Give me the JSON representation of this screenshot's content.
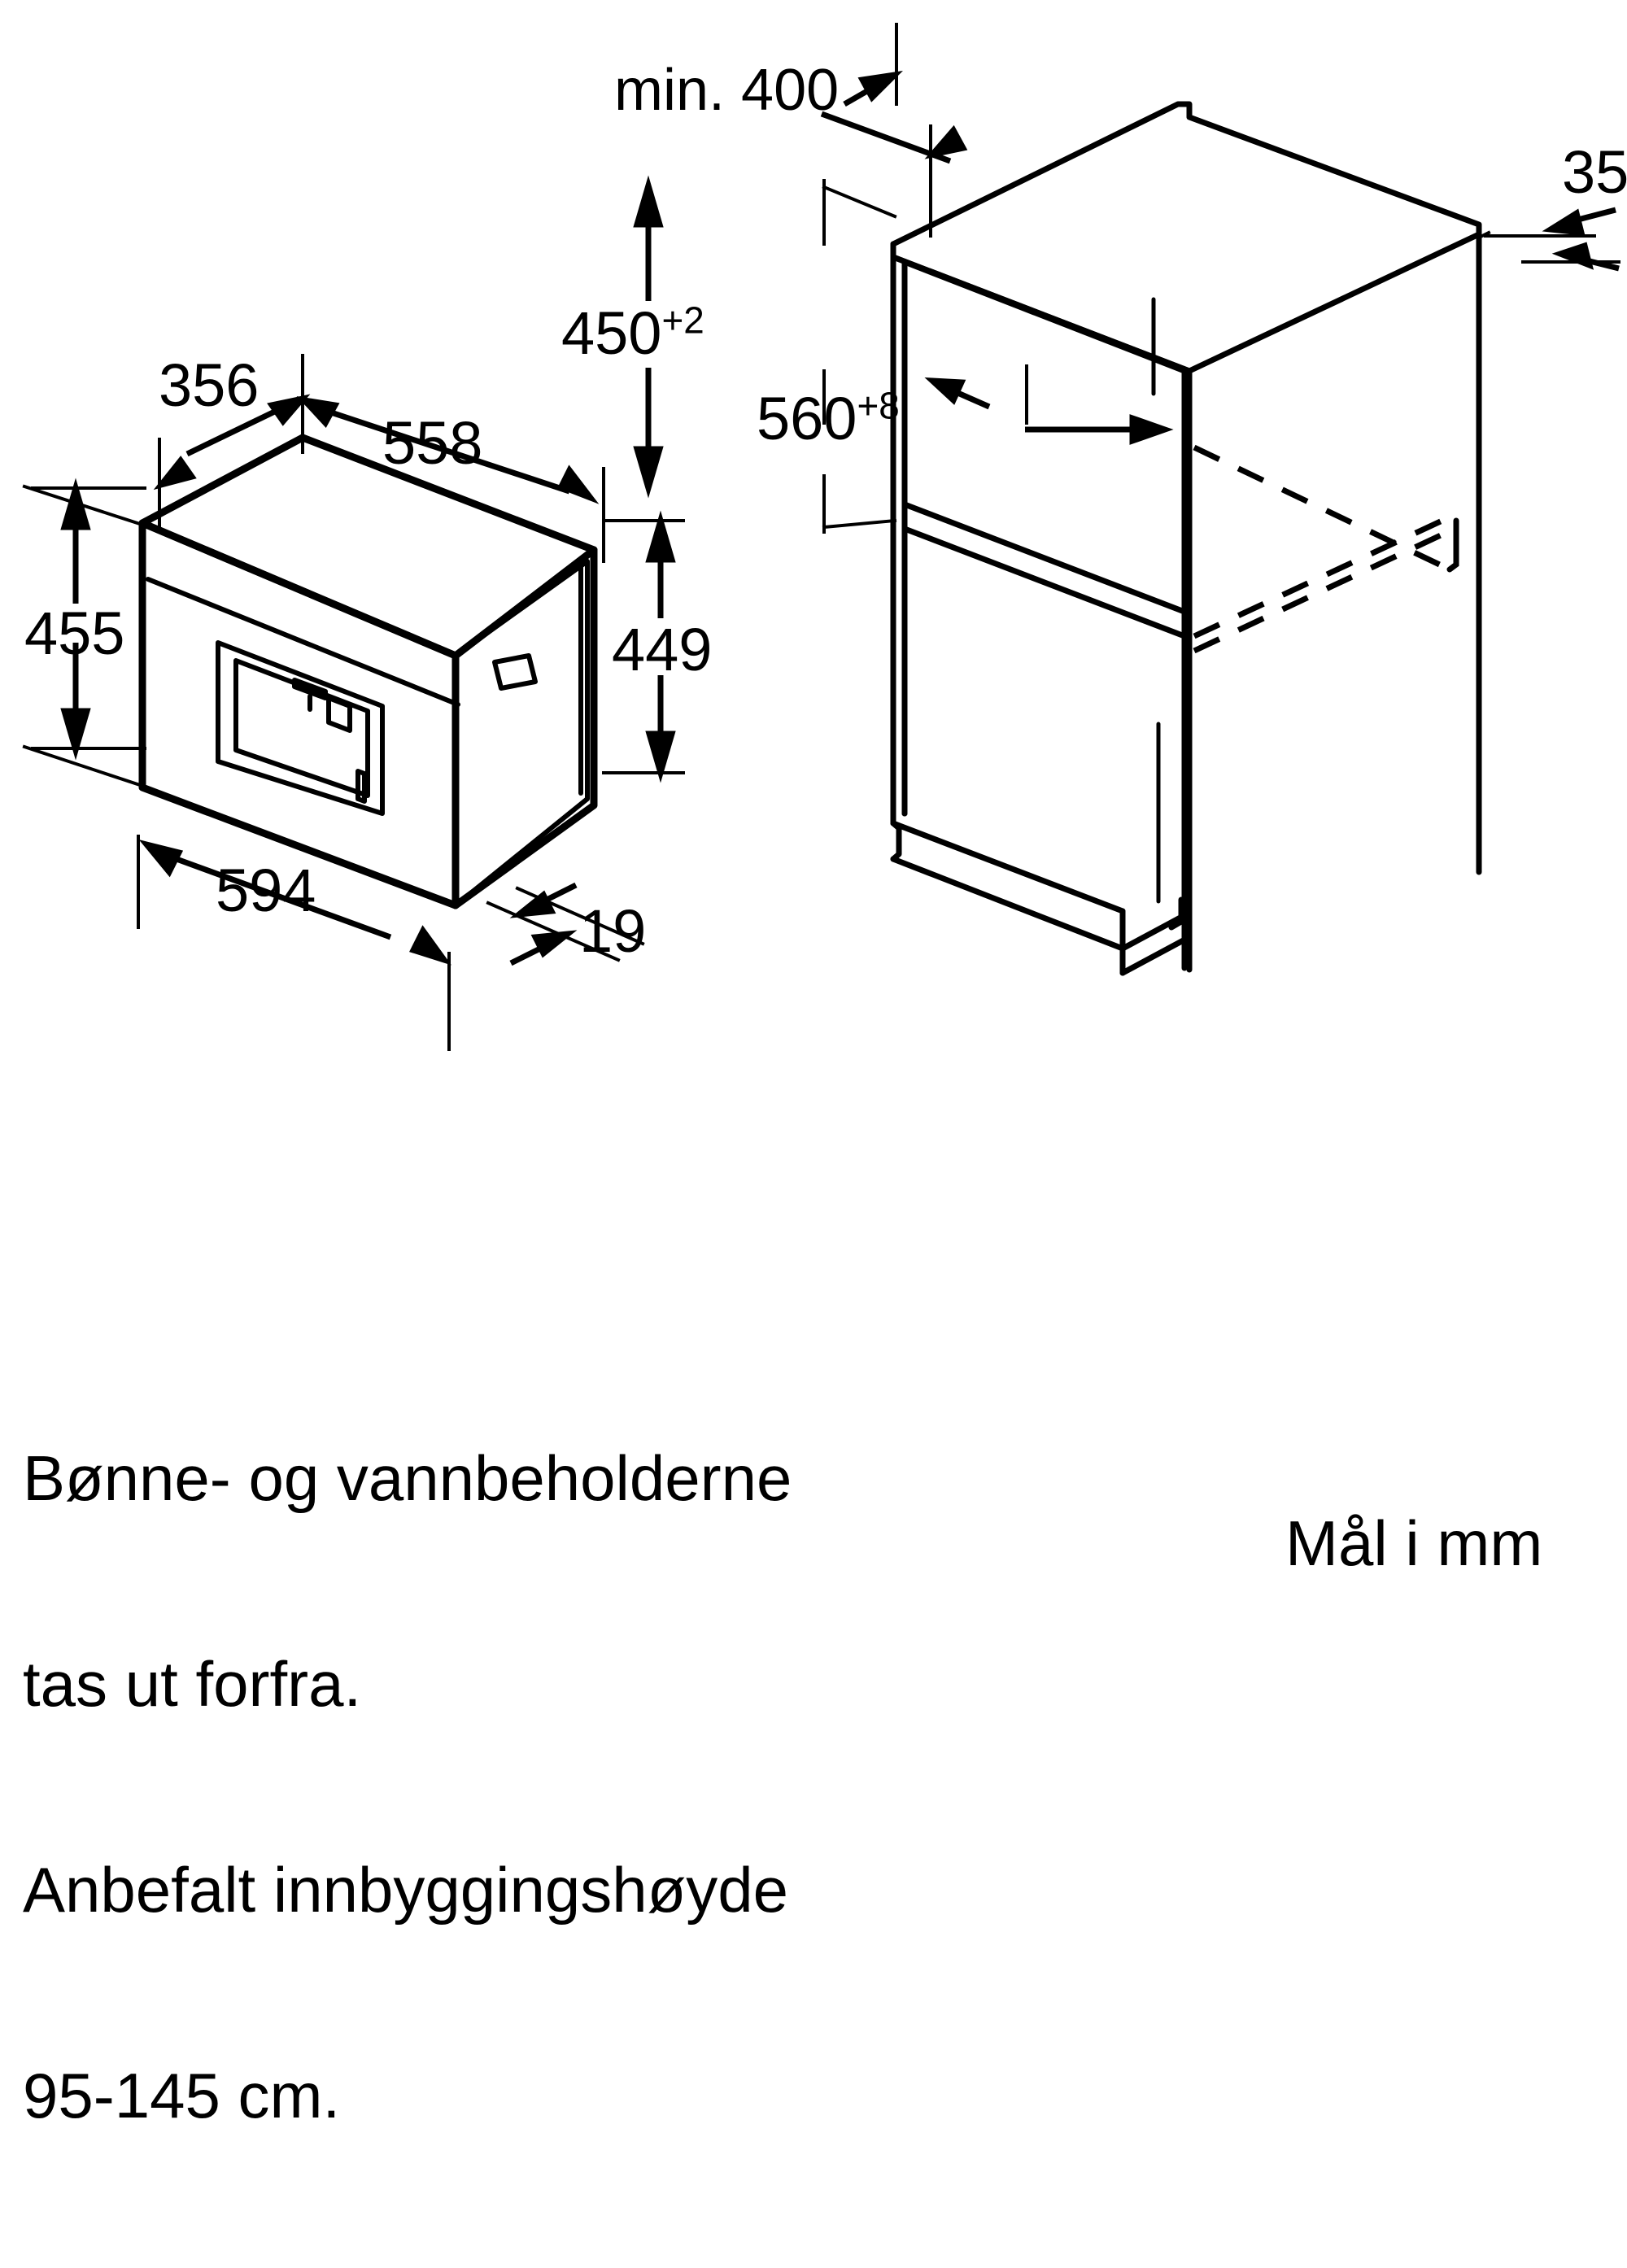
{
  "sheet": {
    "title": "Built-in coffee machine installation dimensions",
    "units_note": "Mål i mm",
    "background_color": "#ffffff",
    "line_color": "#000000"
  },
  "appliance": {
    "name": "built-in-coffee-machine",
    "dimensions": {
      "depth_top_left": "356",
      "depth_top_right": "558",
      "height_left": "455",
      "height_right": "449",
      "width_front": "594",
      "front_overhang": "19"
    }
  },
  "cabinet": {
    "name": "installation-niche",
    "dimensions": {
      "min_depth": "min. 400",
      "niche_height_value": "450",
      "niche_height_tolerance": "+2",
      "niche_width_value": "560",
      "niche_width_tolerance": "+8",
      "panel_thickness": "35"
    }
  },
  "notes": {
    "line1": "Bønne- og vannbeholderne",
    "line2": "tas ut forfra.",
    "line3": "Anbefalt innbyggingshøyde",
    "line4": "95-145 cm."
  }
}
